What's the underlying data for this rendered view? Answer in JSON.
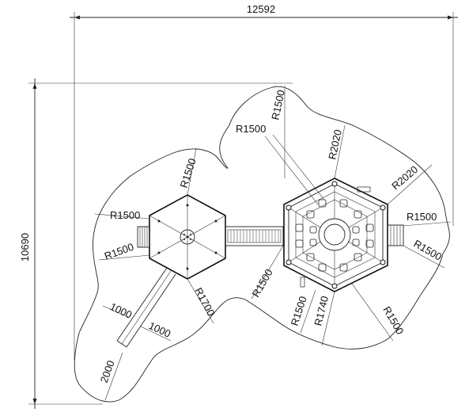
{
  "dimensions": {
    "overall_width": "12592",
    "overall_height": "10690",
    "slide_width_1": "1000",
    "slide_width_2": "1000",
    "slide_length": "2000"
  },
  "radii": {
    "left_tower_top": "R1500",
    "left_tower_left_upper": "R1500",
    "left_tower_left_lower": "R1500",
    "left_tower_bottom": "R1700",
    "bridge_bottom": "R1500",
    "right_top_leader": "R1500",
    "right_top_vertical": "R1500",
    "right_top_r2020_a": "R2020",
    "right_top_r2020_b": "R2020",
    "right_right_upper": "R1500",
    "right_right_lower": "R1500",
    "right_bottom_1": "R1500",
    "right_bottom_2": "R1740",
    "right_bottom_3": "R1500"
  }
}
